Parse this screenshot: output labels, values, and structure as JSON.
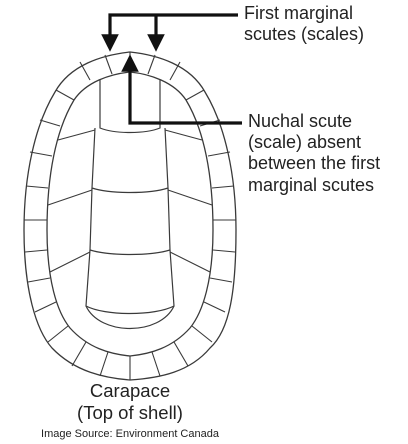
{
  "labels": {
    "first_marginal_line1": "First marginal",
    "first_marginal_line2": "scutes (scales)",
    "nuchal_line1": "Nuchal scute",
    "nuchal_line2": "(scale) absent",
    "nuchal_line3": "between the first",
    "nuchal_line4": "marginal scutes",
    "carapace_line1": "Carapace",
    "carapace_line2": "(Top of shell)",
    "source": "Image Source: Environment Canada"
  }
}
